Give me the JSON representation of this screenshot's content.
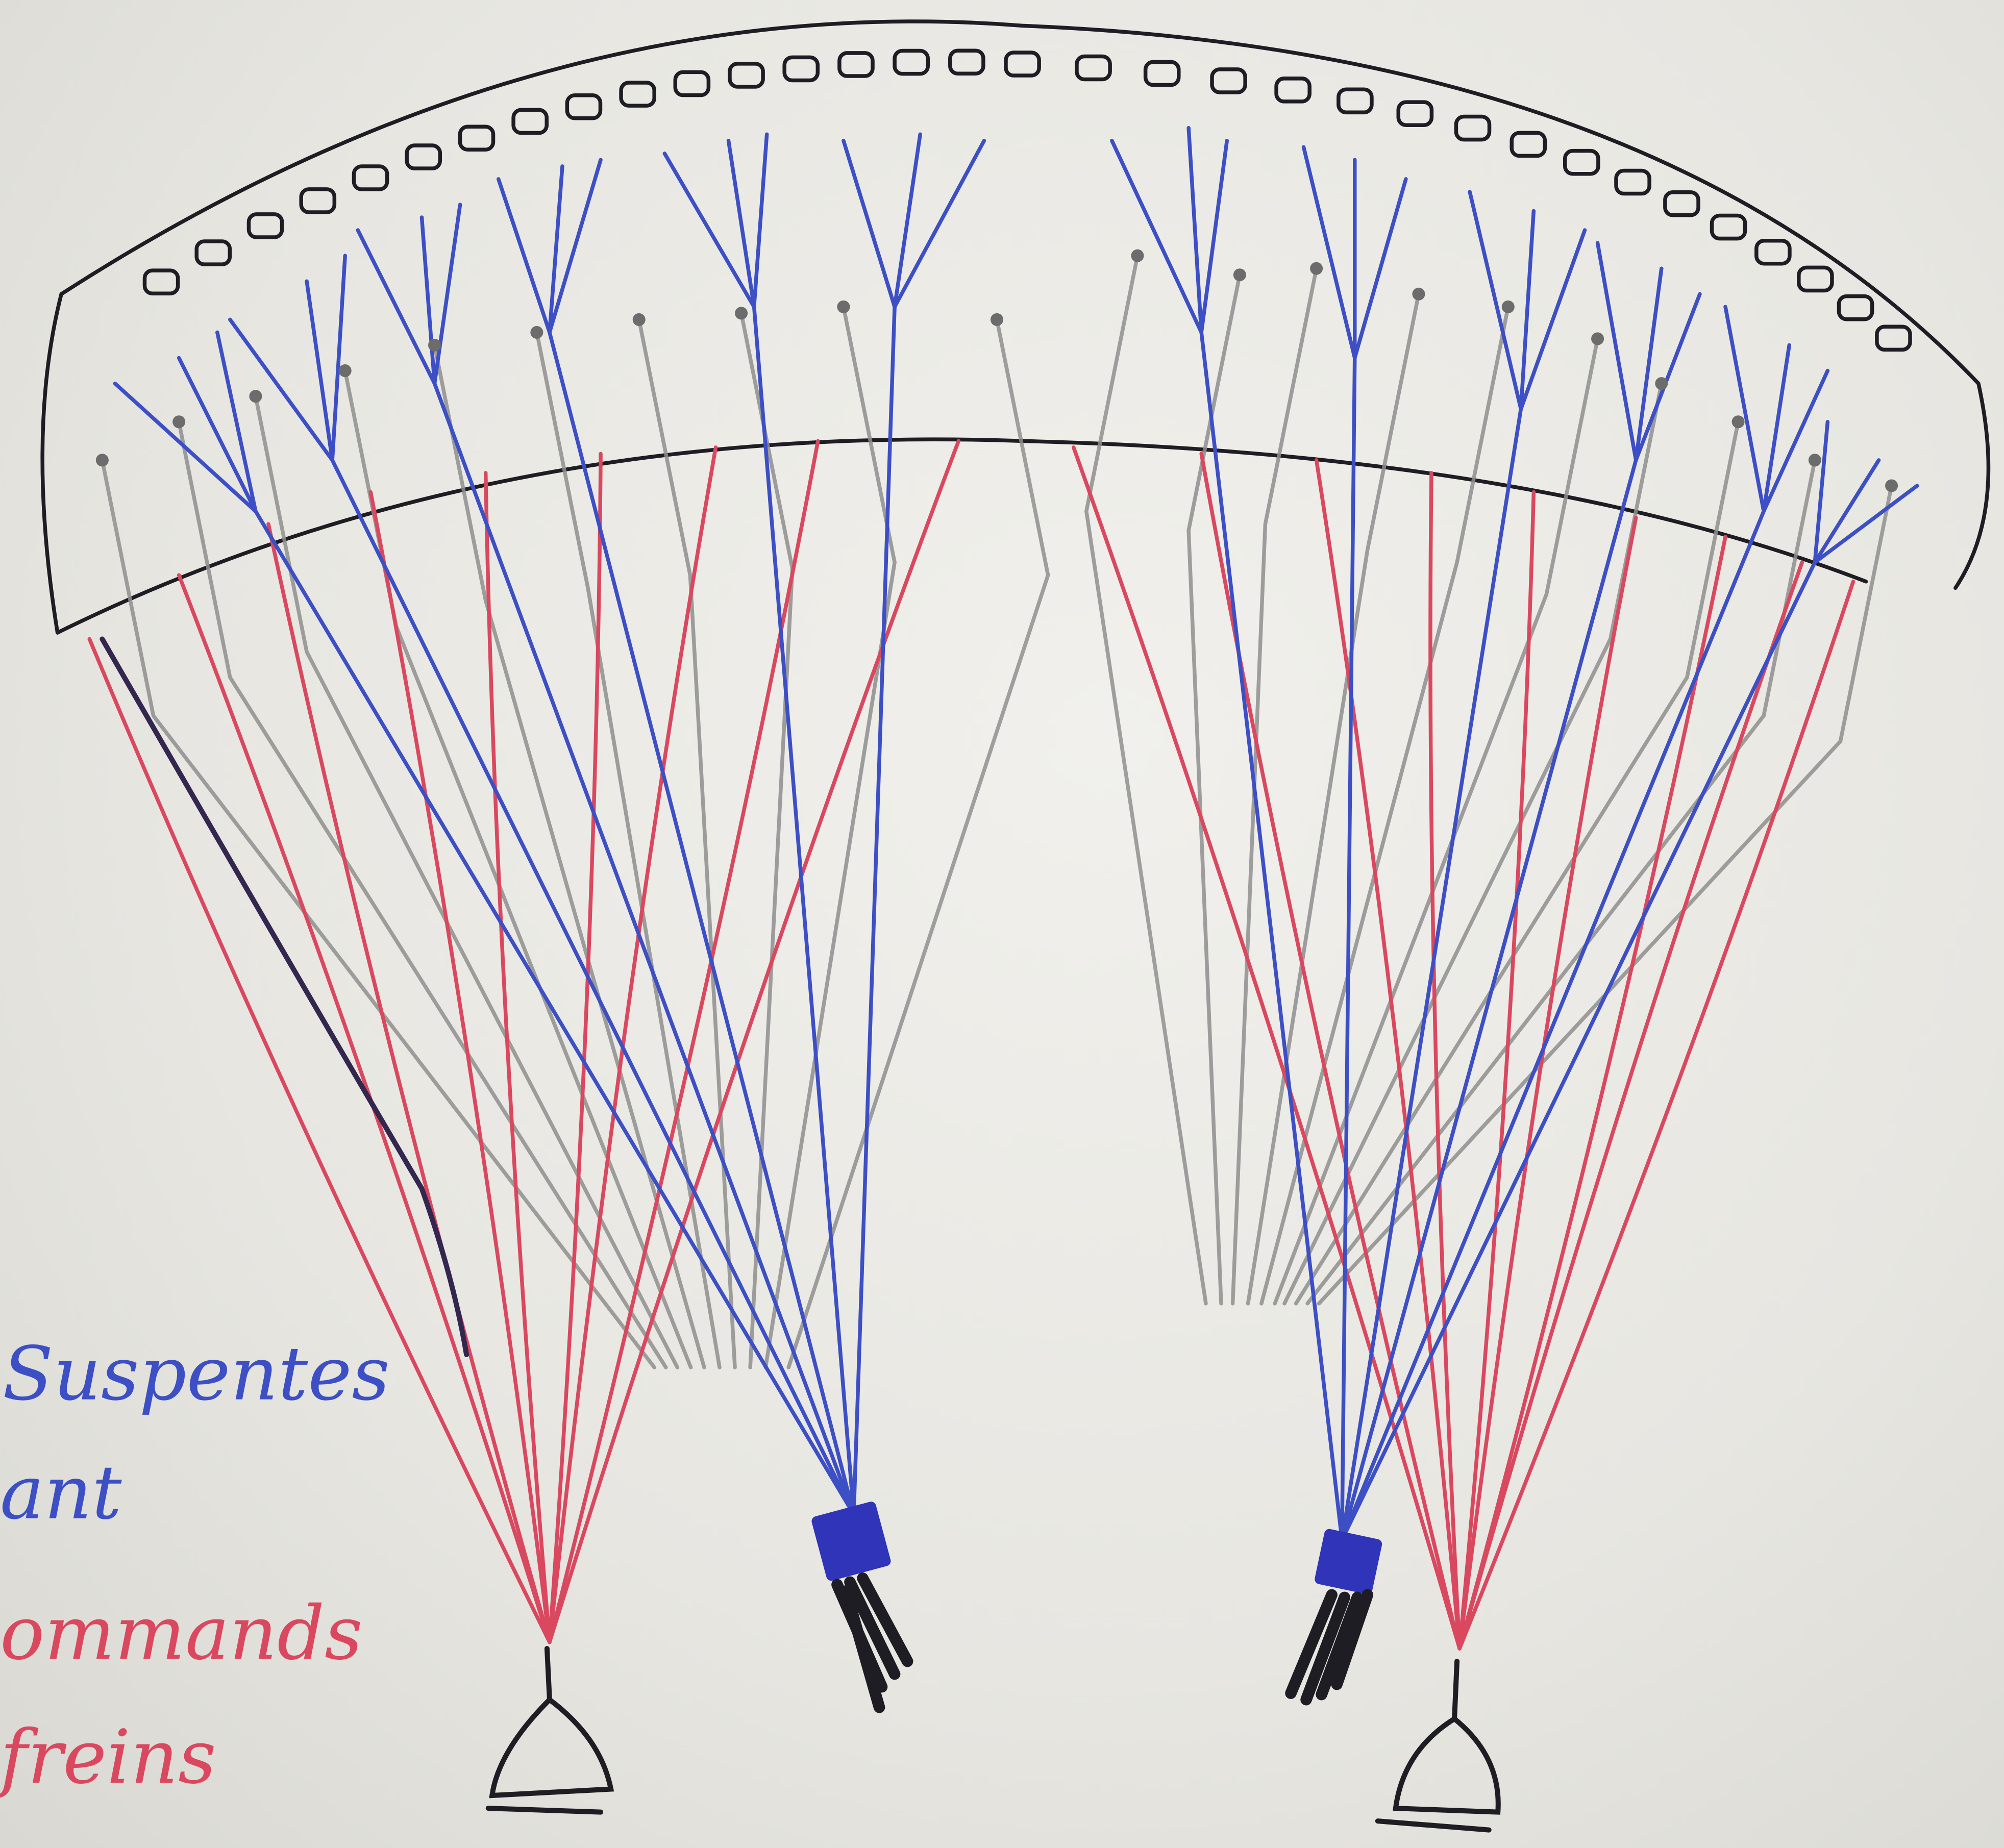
{
  "diagram": {
    "subject": "paraglider-lines",
    "colors": {
      "paper": "#e9e8e4",
      "ink": "#1e1d24",
      "front_lines": "#3d4fc4",
      "brake_lines": "#d9485f",
      "rear_lines": "#8f8f8f",
      "riser_webbing": "#2f34b8"
    },
    "legend": {
      "suspentes_label": "Suspentes",
      "avant_label": "ant",
      "commands_label": "ommands",
      "freins_label": "freins"
    },
    "canopy": {
      "cell_count": 33
    }
  }
}
